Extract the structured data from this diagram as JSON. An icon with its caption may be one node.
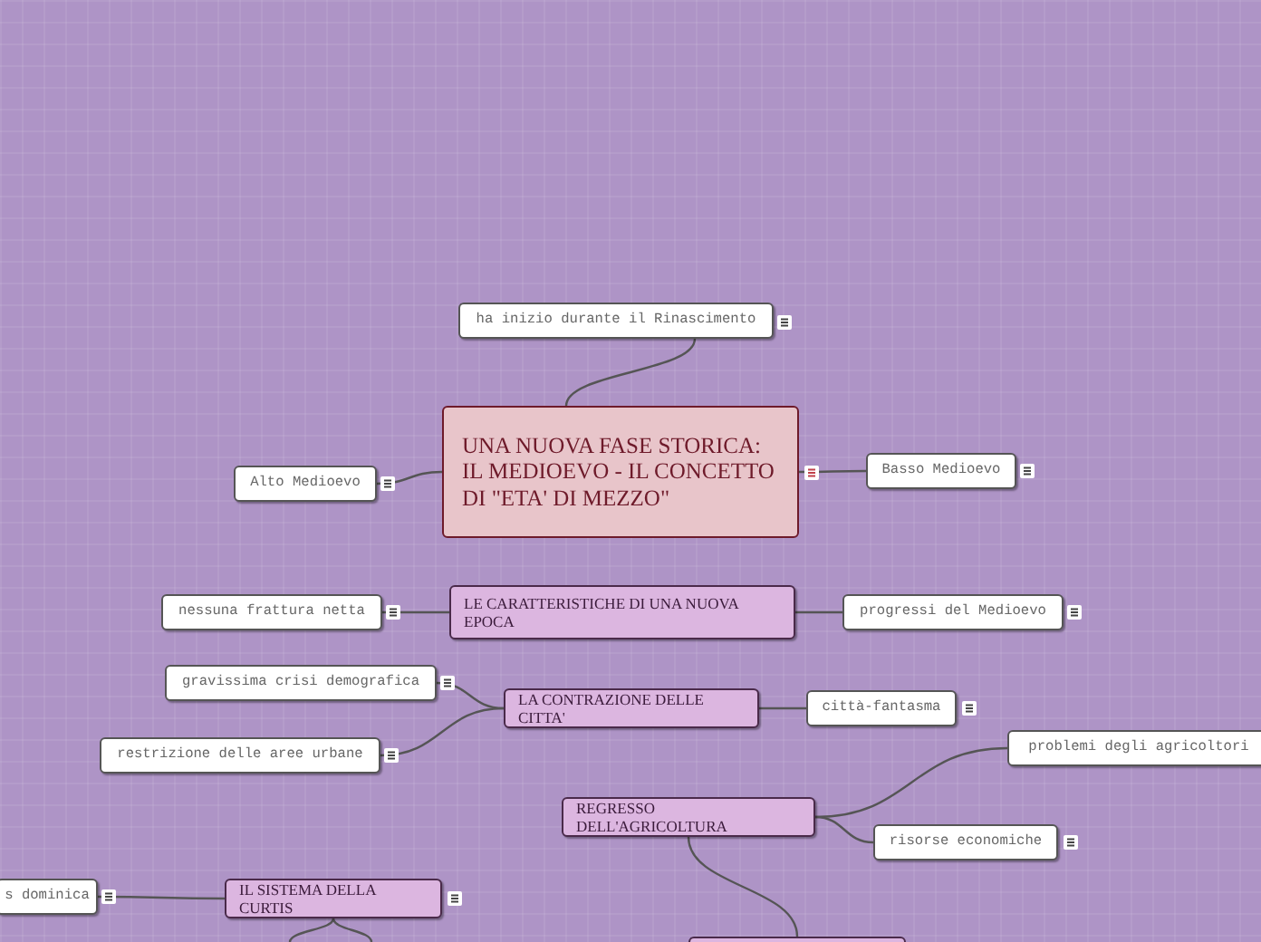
{
  "diagram": {
    "nodes": [
      {
        "text": [
          "UNA  NUOVA FASE STORICA: IL MEDIOEVO - IL CONCETTO DI \"ETA' DI MEZZO\""
        ]
      },
      {
        "text": [
          "ha inizio durante il Rinascimento"
        ]
      },
      {
        "text": [
          "Alto Medioevo"
        ]
      },
      {
        "text": [
          "Basso Medioevo"
        ]
      },
      {
        "text": [
          "LE CARATTERISTICHE DI UNA NUOVA EPOCA"
        ]
      },
      {
        "text": [
          "nessuna frattura netta"
        ]
      },
      {
        "text": [
          "progressi del Medioevo"
        ]
      },
      {
        "text": [
          "LA CONTRAZIONE DELLE CITTA'"
        ]
      },
      {
        "text": [
          "gravissima crisi demografica"
        ]
      },
      {
        "text": [
          "città-fantasma"
        ]
      },
      {
        "text": [
          "restrizione delle aree urbane"
        ]
      },
      {
        "text": [
          "REGRESSO DELL'AGRICOLTURA"
        ]
      },
      {
        "text": [
          "problemi degli agricoltori"
        ]
      },
      {
        "text": [
          "risorse economiche"
        ]
      },
      {
        "text": [
          "IL SISTEMA DELLA CURTIS"
        ]
      },
      {
        "text": [
          "s dominica"
        ]
      },
      {
        "text": [],
        "shape": "box"
      }
    ],
    "edges": [
      {
        "from": 0,
        "to": 1,
        "arrow": "none"
      },
      {
        "from": 0,
        "to": 2,
        "arrow": "none"
      },
      {
        "from": 0,
        "to": 3,
        "arrow": "none"
      },
      {
        "from": 4,
        "to": 5,
        "arrow": "none"
      },
      {
        "from": 4,
        "to": 6,
        "arrow": "none"
      },
      {
        "from": 7,
        "to": 8,
        "arrow": "none"
      },
      {
        "from": 7,
        "to": 9,
        "arrow": "none"
      },
      {
        "from": 7,
        "to": 10,
        "arrow": "none"
      },
      {
        "from": 11,
        "to": 12,
        "arrow": "none"
      },
      {
        "from": 11,
        "to": 13,
        "arrow": "none"
      },
      {
        "from": 11,
        "to": 16,
        "arrow": "none"
      },
      {
        "from": 14,
        "to": 15,
        "arrow": "none"
      },
      {
        "from": 14,
        "to": null,
        "arrow": "none"
      },
      {
        "from": 14,
        "to": null,
        "arrow": "none"
      }
    ]
  }
}
